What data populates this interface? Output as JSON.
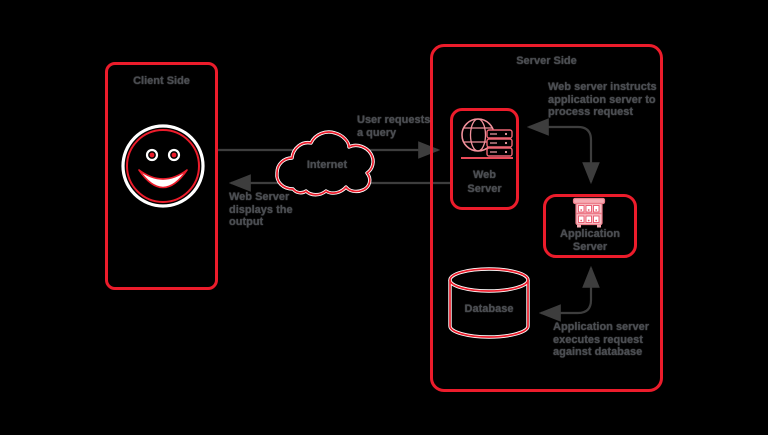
{
  "colors": {
    "background": "#000000",
    "accent_red": "#ec1c2b",
    "arrow_line": "#3d3d3d",
    "text": "#4a4d52",
    "icon_pink": "#f2939d",
    "icon_pink_light": "#f9c0c7",
    "halo_white": "#ffffff"
  },
  "client_panel": {
    "title": "Client Side"
  },
  "server_panel": {
    "title": "Server Side"
  },
  "cloud": {
    "label": "Internet"
  },
  "nodes": {
    "web_server": {
      "lines": [
        "Web",
        "Server"
      ]
    },
    "app_server": {
      "lines": [
        "Application",
        "Server"
      ]
    },
    "database": {
      "label": "Database"
    }
  },
  "annotations": {
    "user_requests": {
      "lines": [
        "User requests",
        "a query"
      ]
    },
    "web_server_displays": {
      "lines": [
        "Web Server",
        "displays the",
        "output"
      ]
    },
    "ws_instructs": {
      "lines": [
        "Web server instructs",
        "application server to",
        "process request"
      ]
    },
    "app_executes": {
      "lines": [
        "Application server",
        "executes request",
        "against database"
      ]
    }
  }
}
